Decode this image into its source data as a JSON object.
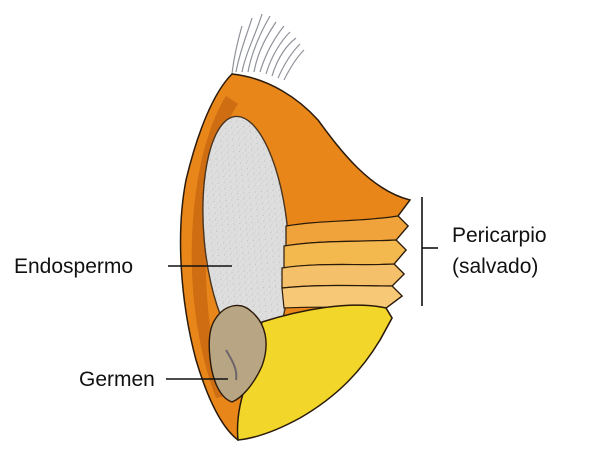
{
  "labels": {
    "endosperm": "Endospermo",
    "germ": "Germen",
    "pericarp_line1": "Pericarpio",
    "pericarp_line2": "(salvado)"
  },
  "colors": {
    "pericarp_outer": "#e8861a",
    "pericarp_dark": "#b85a0c",
    "pericarp_layer_1": "#efa33a",
    "pericarp_layer_2": "#f3b84e",
    "pericarp_layer_3": "#f7c977",
    "endosperm": "#dcdcdc",
    "germ": "#b8a583",
    "tip_cap": "#f2d62a",
    "hairs": "#8f9299",
    "outline": "#2a1a0a"
  }
}
